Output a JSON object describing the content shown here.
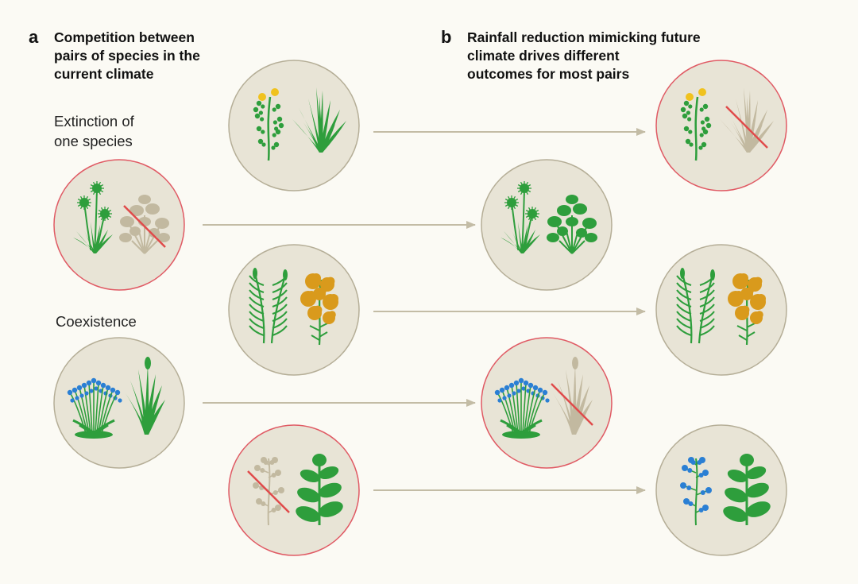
{
  "panel_a": {
    "letter": "a",
    "title_lines": [
      "Competition between",
      "pairs of species in the",
      "current climate"
    ]
  },
  "panel_b": {
    "letter": "b",
    "title_lines": [
      "Rainfall reduction mimicking future",
      "climate drives different",
      "outcomes for most pairs"
    ]
  },
  "labels": {
    "extinction_lines": [
      "Extinction of",
      "one species"
    ],
    "coexistence": "Coexistence"
  },
  "colors": {
    "background": "#fbfaf4",
    "circle_fill": "#e8e4d6",
    "circle_stroke_neutral": "#b5ae97",
    "circle_stroke_extinction": "#e05a64",
    "arrow": "#c3bca5",
    "strike_line": "#e04b4b",
    "plant_green": "#2e9e3c",
    "plant_blue": "#2a7fd4",
    "plant_yellow": "#f0c21e",
    "plant_orange": "#d99a1c",
    "plant_extinct": "#c2b9a0"
  },
  "pairs": [
    {
      "id": "pair-1",
      "current": {
        "outcome": "coexistence",
        "plants": [
          "yellow-flowered-herb-icon",
          "grass-clump-icon"
        ]
      },
      "future": {
        "outcome": "extinction",
        "plants": [
          "yellow-flowered-herb-icon",
          "grass-clump-icon"
        ],
        "extinct_index": 1
      }
    },
    {
      "id": "pair-2",
      "current": {
        "outcome": "extinction",
        "plants": [
          "pompom-flower-icon",
          "round-leaf-shrub-icon"
        ],
        "extinct_index": 1
      },
      "future": {
        "outcome": "coexistence",
        "plants": [
          "pompom-flower-icon",
          "round-leaf-shrub-icon"
        ]
      }
    },
    {
      "id": "pair-3",
      "current": {
        "outcome": "coexistence",
        "plants": [
          "willow-herb-icon",
          "orange-poppy-icon"
        ]
      },
      "future": {
        "outcome": "coexistence",
        "plants": [
          "willow-herb-icon",
          "orange-poppy-icon"
        ]
      }
    },
    {
      "id": "pair-4",
      "current": {
        "outcome": "coexistence",
        "plants": [
          "blue-flower-cushion-icon",
          "tall-grass-icon"
        ]
      },
      "future": {
        "outcome": "extinction",
        "plants": [
          "blue-flower-cushion-icon",
          "tall-grass-icon"
        ],
        "extinct_index": 1
      }
    },
    {
      "id": "pair-5",
      "current": {
        "outcome": "extinction",
        "plants": [
          "blue-berry-sprig-icon",
          "succulent-leaf-icon"
        ],
        "extinct_index": 0
      },
      "future": {
        "outcome": "coexistence",
        "plants": [
          "blue-berry-sprig-icon",
          "succulent-leaf-icon"
        ]
      }
    }
  ]
}
